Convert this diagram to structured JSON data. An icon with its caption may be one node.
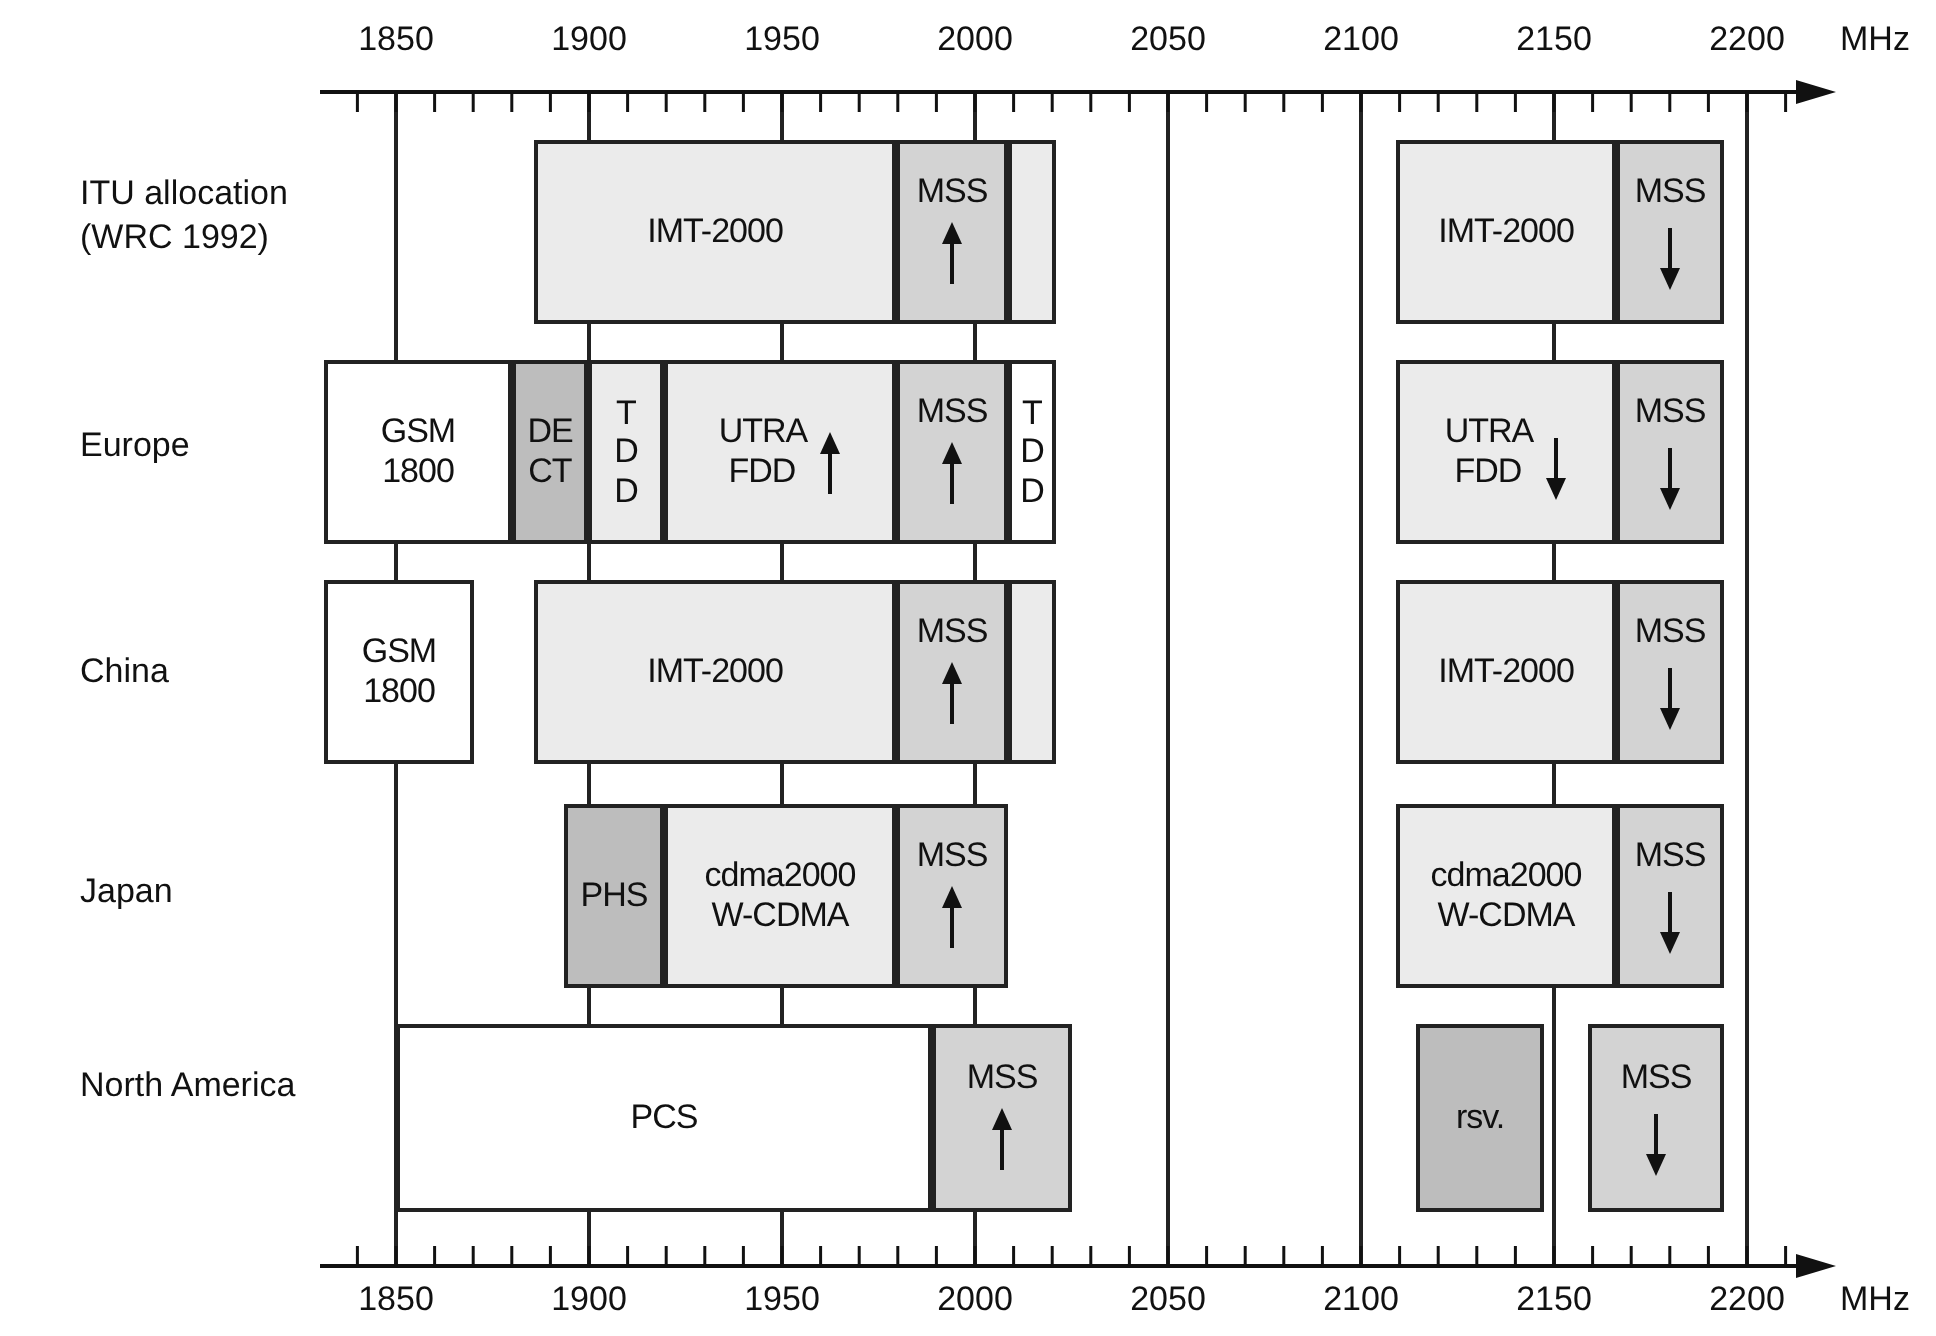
{
  "diagram": {
    "nodes": [
      {
        "text": [
          "IMT-2000"
        ]
      },
      {
        "text": [
          "MSS"
        ]
      },
      {
        "text": [],
        "shape": "box"
      },
      {
        "text": [
          "IMT-2000"
        ]
      },
      {
        "text": [
          "MSS"
        ]
      },
      {
        "text": [
          "GSM 1800"
        ]
      },
      {
        "text": [
          "DE CT"
        ]
      },
      {
        "text": [
          "T D D"
        ]
      },
      {
        "text": [
          "UTRA FDD"
        ]
      },
      {
        "text": [
          "MSS"
        ]
      },
      {
        "text": [
          "T D D"
        ]
      },
      {
        "text": [
          "UTRA FDD"
        ]
      },
      {
        "text": [
          "MSS"
        ]
      },
      {
        "text": [
          "GSM 1800"
        ]
      },
      {
        "text": [
          "IMT-2000"
        ]
      },
      {
        "text": [
          "MSS"
        ]
      },
      {
        "text": [],
        "shape": "box"
      },
      {
        "text": [
          "IMT-2000"
        ]
      },
      {
        "text": [
          "MSS"
        ]
      },
      {
        "text": [
          "PHS"
        ]
      },
      {
        "text": [
          "cdma2000 W-CDMA"
        ]
      },
      {
        "text": [
          "MSS"
        ]
      },
      {
        "text": [
          "cdma2000 W-CDMA"
        ]
      },
      {
        "text": [
          "MSS"
        ]
      },
      {
        "text": [
          "PCS"
        ]
      },
      {
        "text": [
          "MSS"
        ]
      },
      {
        "text": [
          "rsv."
        ]
      },
      {
        "text": [
          "MSS"
        ]
      }
    ],
    "edges": [],
    "labels": [
      "1850",
      "1900",
      "1950",
      "2000",
      "2050",
      "2100",
      "2150",
      "2200",
      "MHz",
      "ITU allocation (WRC 1992)",
      "Europe",
      "China",
      "Japan",
      "North America",
      "1850",
      "1900",
      "1950",
      "2000",
      "2050",
      "2100",
      "2150",
      "2200",
      "MHz"
    ]
  }
}
